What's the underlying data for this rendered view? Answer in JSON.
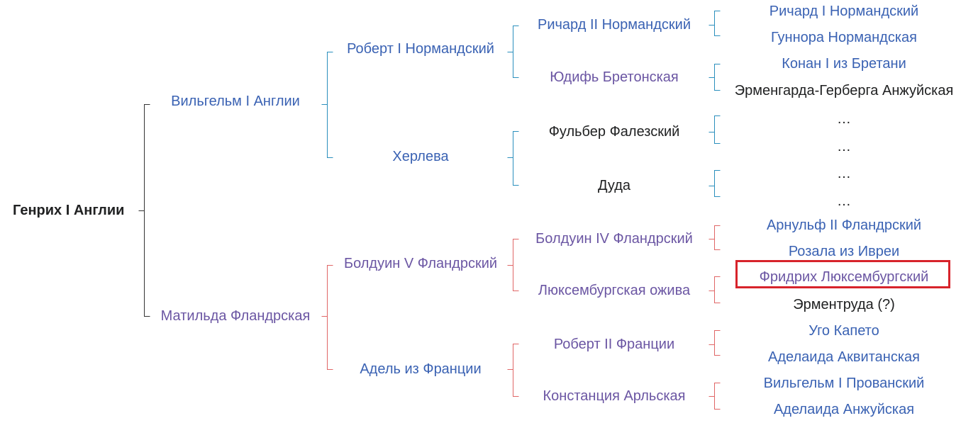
{
  "root": "Генрих I Англии",
  "gen1": {
    "father": "Вильгельм I Англии",
    "mother": "Матильда Фландрская"
  },
  "gen2": {
    "ff": "Роберт I Нормандский",
    "fm": "Херлева",
    "mf": "Болдуин V Фландрский",
    "mm": "Адель из Франции"
  },
  "gen3": {
    "fff": "Ричард II Нормандский",
    "ffm": "Юдифь Бретонская",
    "fmf": "Фульбер Фалезский",
    "fmm": "Дуда",
    "mff": "Болдуин IV Фландрский",
    "mfm": "Люксембургская ожива",
    "mmf": "Роберт II Франции",
    "mmm": "Констанция Арльская"
  },
  "gen4": {
    "ffff": "Ричард I Нормандский",
    "fffm": "Гуннора Нормандская",
    "ffmf": "Конан I из Бретани",
    "ffmm": "Эрменгарда-Герберга Анжуйская",
    "fmff": "…",
    "fmfm": "…",
    "fmmf": "…",
    "fmmm": "…",
    "mfff": "Арнульф II Фландрский",
    "mffm": "Розала из Ивреи",
    "mfmf": "Фридрих Люксембургский",
    "mfmm": "Эрментруда (?)",
    "mmff": "Уго Капето",
    "mmfm": "Аделаида Аквитанская",
    "mmmf": "Вильгельм I Прованский",
    "mmmm": "Аделаида Анжуйская"
  },
  "colors": {
    "link_blue": "#3a62b3",
    "link_visited": "#6b56a3",
    "plain_text": "#202122",
    "paternal_line": "#2a8fbd",
    "maternal_line": "#e06666",
    "root_line": "#333333",
    "highlight_box": "#d7232b"
  }
}
